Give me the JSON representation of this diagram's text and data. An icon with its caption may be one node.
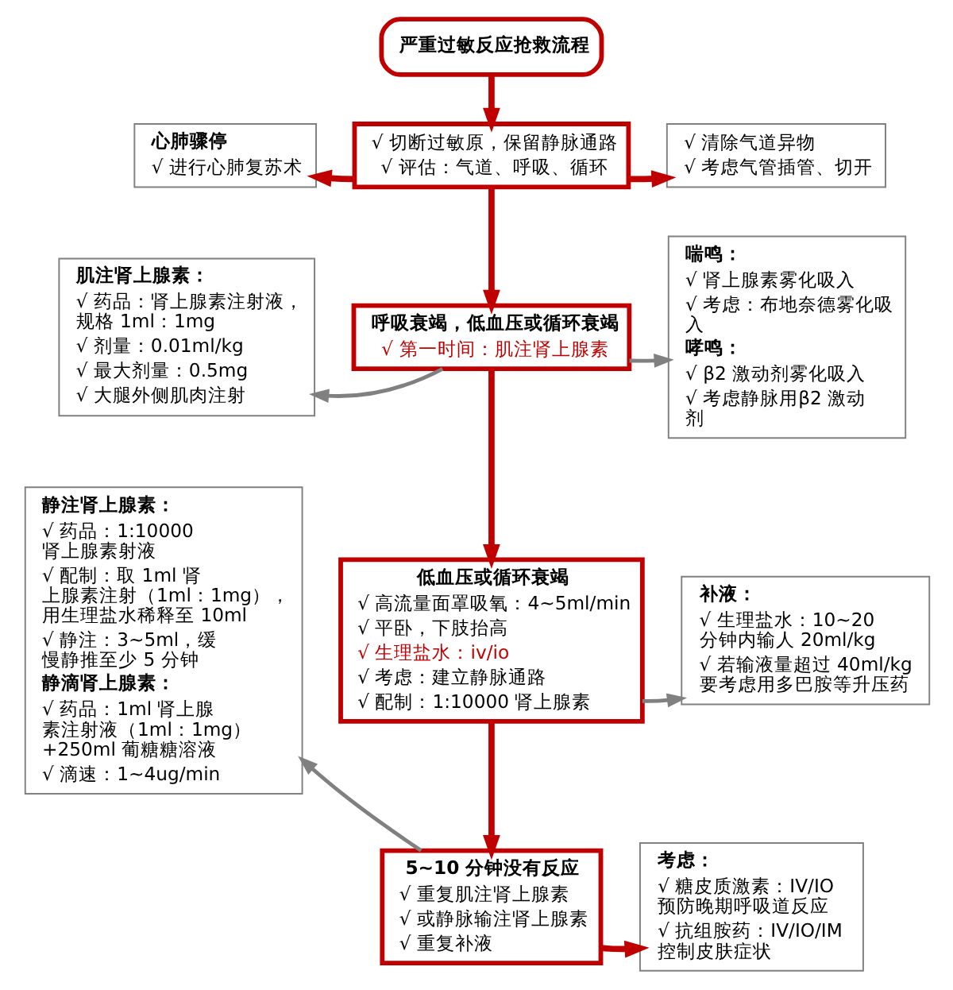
{
  "diagram": {
    "nodes": [
      {
        "text": [
          "严重过敏反应抢救流程"
        ]
      },
      {
        "text": [
          "心肺骤停",
          "√ 进行心肺复苏术"
        ]
      },
      {
        "text": [
          "√ 切断过敏原，保留静脉通路",
          "√ 评估：气道、呼吸、循环"
        ]
      },
      {
        "text": [
          "√ 清除气道异物",
          "√ 考虑气管插管、切开"
        ]
      },
      {
        "text": [
          "肌注肾上腺素：",
          "√ 药品：肾上腺素注射液，规格 1ml：1mg",
          "√ 剂量：0.01ml/kg",
          "√ 最大剂量：0.5mg",
          "√ 大腿外侧肌肉注射"
        ]
      },
      {
        "text": [
          "呼吸衰竭，低血压或循环衰竭",
          "√ 第一时间：肌注肾上腺素"
        ]
      },
      {
        "text": [
          "喘鸣：",
          "√ 肾上腺素雾化吸入",
          "√ 考虑：布地奈德雾化吸入",
          "哮鸣：",
          "√ β2 激动剂雾化吸入",
          "√ 考虑静脉用β2 激动剂"
        ]
      },
      {
        "text": [
          "静注肾上腺素：",
          "√ 药品：1:10000 肾上腺素射液",
          "√ 配制：取 1ml 肾上腺素注射（1ml：1mg），用生理盐水稀释至 10ml",
          "√ 静注：3~5ml，缓慢静推至少 5 分钟",
          "静滴肾上腺素：",
          "√ 药品：1ml 肾上腺素注射液（1ml：1mg）+250ml 葡糖糖溶液",
          "√ 滴速：1~4ug/min"
        ]
      },
      {
        "text": [
          "低血压或循环衰竭",
          "√ 高流量面罩吸氧：4~5ml/min",
          "√ 平卧，下肢抬高",
          "√ 生理盐水：iv/io",
          "√ 考虑：建立静脉通路",
          "√ 配制：1:10000 肾上腺素"
        ]
      },
      {
        "text": [
          "补液：",
          "√ 生理盐水：10~20 分钟内输人 20ml/kg",
          "√ 若输液量超过 40ml/kg 要考虑用多巴胺等升压药"
        ]
      },
      {
        "text": [
          "5~10 分钟没有反应",
          "√ 重复肌注肾上腺素",
          "√ 或静脉输注肾上腺素",
          "√ 重复补液"
        ]
      },
      {
        "text": [
          "考虑：",
          "√ 糖皮质激素：IV/IO 预防晚期呼吸道反应",
          "√ 抗组胺药：IV/IO/IM 控制皮肤症状"
        ]
      }
    ],
    "edges": [
      {
        "from": 0,
        "to": 2,
        "arrow": "to"
      },
      {
        "from": 2,
        "to": 1,
        "arrow": "to"
      },
      {
        "from": 2,
        "to": 3,
        "arrow": "to"
      },
      {
        "from": 2,
        "to": 5,
        "arrow": "to"
      },
      {
        "from": 5,
        "to": 4,
        "arrow": "to",
        "color": "#808080"
      },
      {
        "from": 5,
        "to": 6,
        "arrow": "to",
        "color": "#808080"
      },
      {
        "from": 5,
        "to": 8,
        "arrow": "to"
      },
      {
        "from": 8,
        "to": 9,
        "arrow": "to",
        "color": "#808080"
      },
      {
        "from": 8,
        "to": 10,
        "arrow": "to"
      },
      {
        "from": 10,
        "to": 7,
        "arrow": "to",
        "color": "#808080"
      },
      {
        "from": 10,
        "to": 11,
        "arrow": "to"
      }
    ]
  }
}
